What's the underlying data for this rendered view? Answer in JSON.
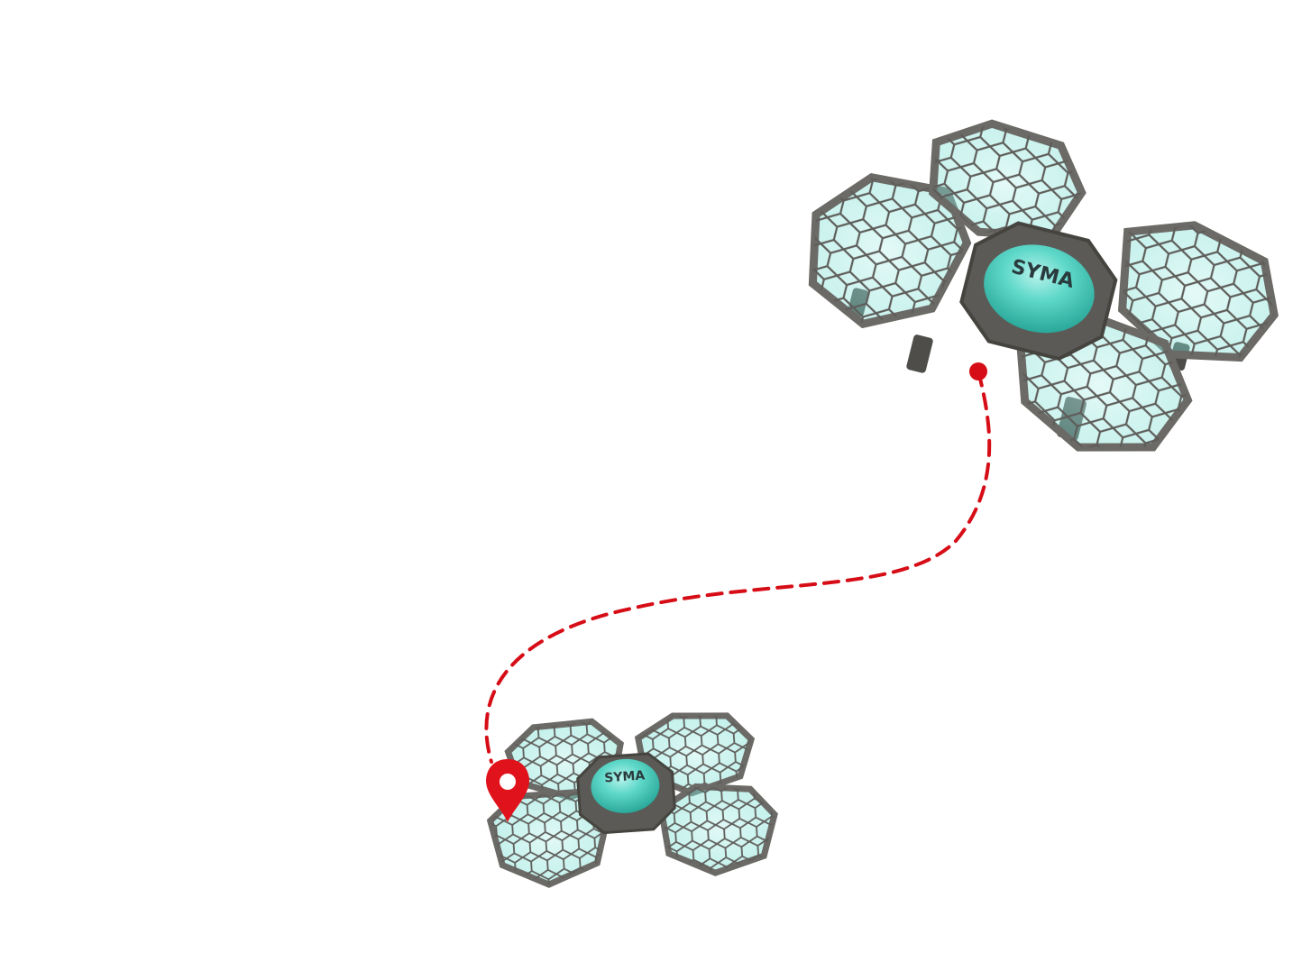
{
  "scene": {
    "background": "#ffffff",
    "path_color": "#d60d16",
    "cage_color": "#6b6a66",
    "cage_dark": "#4a4946",
    "canopy_color": "#5ed8c9",
    "prop_color": "#8fe6dc"
  },
  "drones": [
    {
      "id": "drone-airborne",
      "brand": "SYMA",
      "state": "flying"
    },
    {
      "id": "drone-landed",
      "brand": "SYMA",
      "state": "landed"
    }
  ],
  "markers": {
    "end": {
      "type": "dot",
      "icon": "target-dot-icon"
    },
    "start": {
      "type": "pin",
      "icon": "location-pin-icon"
    }
  }
}
